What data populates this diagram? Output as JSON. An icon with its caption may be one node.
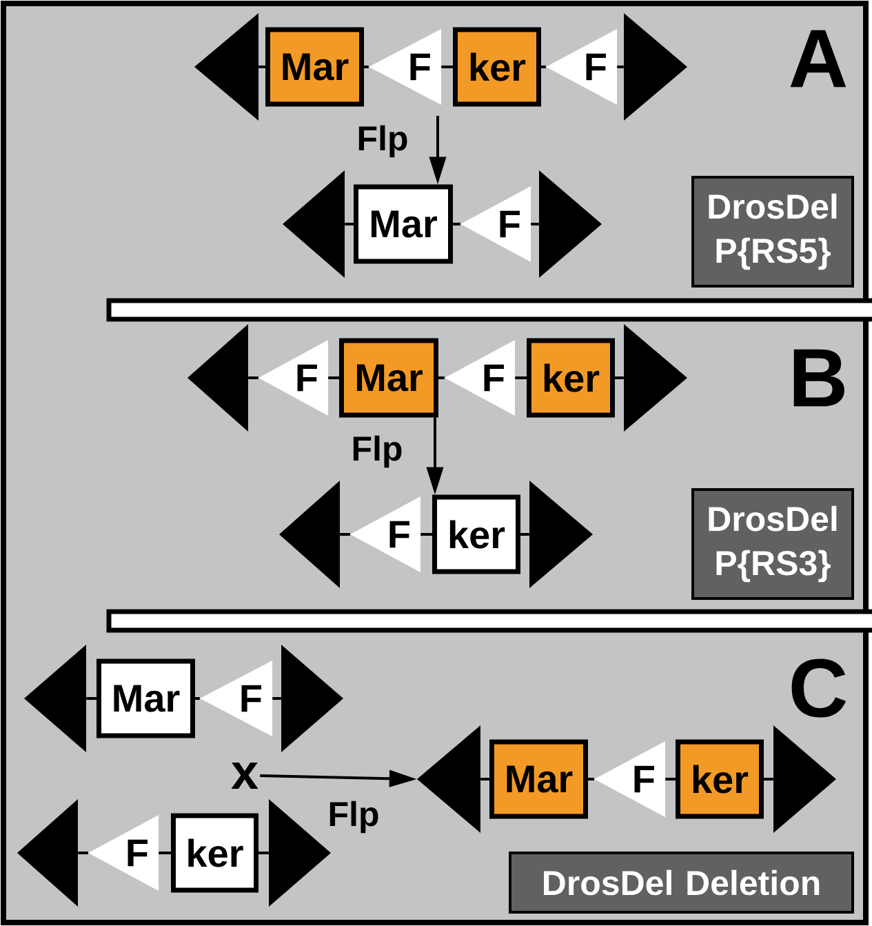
{
  "diagram": {
    "nodes": [
      {
        "text": [],
        "shape": "triangle"
      },
      {
        "text": [
          "Mar"
        ]
      },
      {
        "text": [
          "F"
        ]
      },
      {
        "text": [
          "ker"
        ]
      },
      {
        "text": [
          "F"
        ]
      },
      {
        "text": [],
        "shape": "triangle"
      },
      {
        "text": [],
        "shape": "triangle"
      },
      {
        "text": [
          "Mar"
        ]
      },
      {
        "text": [
          "F"
        ]
      },
      {
        "text": [],
        "shape": "triangle"
      },
      {
        "text": [
          "DrosDel P{RS5}"
        ]
      },
      {
        "text": [],
        "shape": "triangle"
      },
      {
        "text": [
          "F"
        ]
      },
      {
        "text": [
          "Mar"
        ]
      },
      {
        "text": [
          "F"
        ]
      },
      {
        "text": [
          "ker"
        ]
      },
      {
        "text": [],
        "shape": "triangle"
      },
      {
        "text": [],
        "shape": "triangle"
      },
      {
        "text": [
          "F"
        ]
      },
      {
        "text": [
          "ker"
        ]
      },
      {
        "text": [],
        "shape": "triangle"
      },
      {
        "text": [
          "DrosDel P{RS3}"
        ]
      },
      {
        "text": [],
        "shape": "triangle"
      },
      {
        "text": [
          "Mar"
        ]
      },
      {
        "text": [
          "F"
        ]
      },
      {
        "text": [],
        "shape": "triangle"
      },
      {
        "text": [
          "x"
        ]
      },
      {
        "text": [],
        "shape": "triangle"
      },
      {
        "text": [
          "Mar"
        ]
      },
      {
        "text": [
          "F"
        ]
      },
      {
        "text": [
          "ker"
        ]
      },
      {
        "text": [],
        "shape": "triangle"
      },
      {
        "text": [],
        "shape": "triangle"
      },
      {
        "text": [
          "F"
        ]
      },
      {
        "text": [
          "ker"
        ]
      },
      {
        "text": [],
        "shape": "triangle"
      },
      {
        "text": [
          "DrosDel Deletion"
        ]
      }
    ],
    "edges": [
      {
        "from": 0,
        "to": 1,
        "arrow": "none"
      },
      {
        "from": 1,
        "to": 2,
        "arrow": "none"
      },
      {
        "from": 2,
        "to": 3,
        "arrow": "none"
      },
      {
        "from": 3,
        "to": 4,
        "arrow": "none"
      },
      {
        "from": 4,
        "to": 5,
        "arrow": "none"
      },
      {
        "from": 6,
        "to": 7,
        "arrow": "none"
      },
      {
        "from": 7,
        "to": 8,
        "arrow": "none"
      },
      {
        "from": 8,
        "to": 9,
        "arrow": "none"
      },
      {
        "from": null,
        "to": 7,
        "arrow": "to",
        "label": "Flp"
      },
      {
        "from": 11,
        "to": 12,
        "arrow": "none"
      },
      {
        "from": 12,
        "to": 13,
        "arrow": "none"
      },
      {
        "from": 13,
        "to": 14,
        "arrow": "none"
      },
      {
        "from": 14,
        "to": 15,
        "arrow": "none"
      },
      {
        "from": 15,
        "to": 16,
        "arrow": "none"
      },
      {
        "from": 17,
        "to": 18,
        "arrow": "none"
      },
      {
        "from": 18,
        "to": 19,
        "arrow": "none"
      },
      {
        "from": 19,
        "to": 20,
        "arrow": "none"
      },
      {
        "from": 13,
        "to": 19,
        "arrow": "to",
        "label": "Flp"
      },
      {
        "from": 22,
        "to": 23,
        "arrow": "none"
      },
      {
        "from": 23,
        "to": 24,
        "arrow": "none"
      },
      {
        "from": 24,
        "to": 25,
        "arrow": "none"
      },
      {
        "from": 26,
        "to": 27,
        "arrow": "to",
        "label": "Flp"
      },
      {
        "from": 27,
        "to": 28,
        "arrow": "none"
      },
      {
        "from": 28,
        "to": 29,
        "arrow": "none"
      },
      {
        "from": 29,
        "to": 30,
        "arrow": "none"
      },
      {
        "from": 30,
        "to": 31,
        "arrow": "none"
      },
      {
        "from": 32,
        "to": 33,
        "arrow": "none"
      },
      {
        "from": 33,
        "to": 34,
        "arrow": "none"
      },
      {
        "from": 34,
        "to": 35,
        "arrow": "none"
      }
    ],
    "labels": [
      "A",
      "B",
      "C"
    ]
  }
}
